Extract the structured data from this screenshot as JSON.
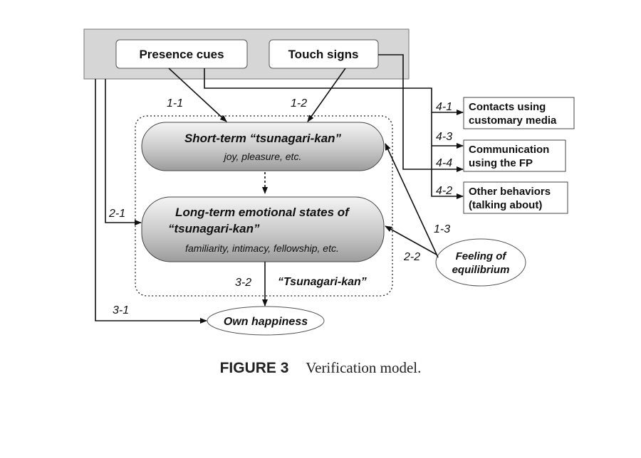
{
  "figure": {
    "label": "FIGURE 3",
    "title": "Verification model."
  },
  "sources": {
    "presence": "Presence cues",
    "touch": "Touch signs"
  },
  "short_term": {
    "title": "Short-term “tsunagari-kan”",
    "subtitle": "joy, pleasure, etc."
  },
  "long_term": {
    "title_line1": "Long-term emotional states of",
    "title_line2": "“tsunagari-kan”",
    "subtitle": "familiarity, intimacy, fellowship, etc."
  },
  "group_label": "“Tsunagari-kan”",
  "equilibrium": {
    "line1": "Feeling of",
    "line2": "equilibrium"
  },
  "happiness": "Own happiness",
  "behaviors": {
    "contacts": [
      "Contacts using",
      "customary media"
    ],
    "communication": [
      "Communication",
      "using the FP"
    ],
    "other": [
      "Other behaviors",
      "(talking about)"
    ]
  },
  "paths": {
    "p1_1": "1-1",
    "p1_2": "1-2",
    "p1_3": "1-3",
    "p2_1": "2-1",
    "p2_2": "2-2",
    "p3_1": "3-1",
    "p3_2": "3-2",
    "p4_1": "4-1",
    "p4_2": "4-2",
    "p4_3": "4-3",
    "p4_4": "4-4"
  },
  "colors": {
    "line": "#111111",
    "source_panel": "#d6d6d6",
    "pill_light": "#f2f2f2",
    "pill_dark": "#a8a8a8"
  }
}
